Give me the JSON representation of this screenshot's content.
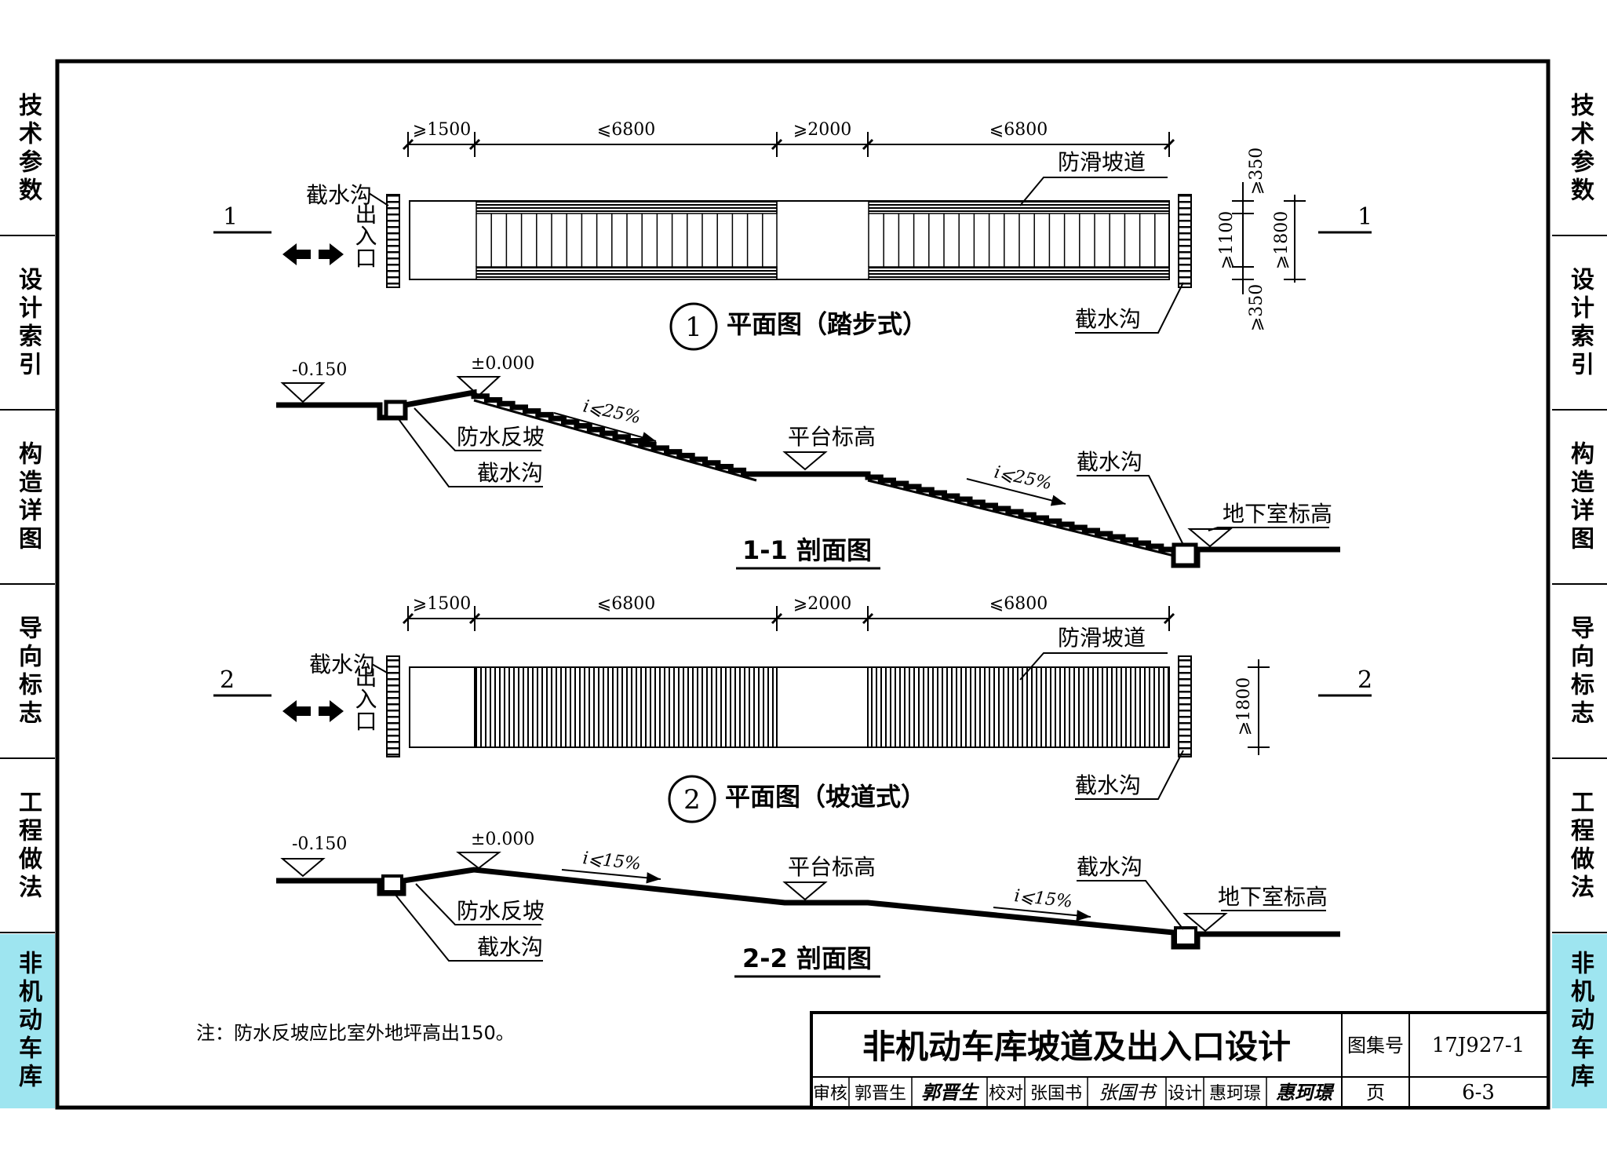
{
  "side_tabs": [
    "技术参数",
    "设计索引",
    "构造详图",
    "导向标志",
    "工程做法",
    "非机动车库"
  ],
  "active_tab": "非机动车库",
  "accent_color": "#9ee5f0",
  "plan1": {
    "title_number": "1",
    "title": "平面图（踏步式）",
    "section_mark": "1",
    "dims_top": [
      "⩾1500",
      "⩽6800",
      "⩾2000",
      "⩽6800"
    ],
    "dims_right_small": [
      "⩾350",
      "⩾1100",
      "⩾350"
    ],
    "dim_right_total": "⩾1800",
    "label_ramp": "防滑坡道",
    "label_drain_left": "截水沟",
    "label_drain_right": "截水沟",
    "label_exit": "出入口"
  },
  "section1": {
    "title": "1-1  剖面图",
    "elev_outdoor": "-0.150",
    "elev_zero": "±0.000",
    "slope_1": "i⩽25%",
    "slope_2": "i⩽25%",
    "label_platform": "平台标高",
    "label_waterproof": "防水反坡",
    "label_drain_left": "截水沟",
    "label_drain_right": "截水沟",
    "label_basement": "地下室标高"
  },
  "plan2": {
    "title_number": "2",
    "title": "平面图（坡道式）",
    "section_mark": "2",
    "dims_top": [
      "⩾1500",
      "⩽6800",
      "⩾2000",
      "⩽6800"
    ],
    "dim_right_total": "⩾1800",
    "label_ramp": "防滑坡道",
    "label_drain_left": "截水沟",
    "label_drain_right": "截水沟",
    "label_exit": "出入口"
  },
  "section2": {
    "title": "2-2  剖面图",
    "elev_outdoor": "-0.150",
    "elev_zero": "±0.000",
    "slope_1": "i⩽15%",
    "slope_2": "i⩽15%",
    "label_platform": "平台标高",
    "label_waterproof": "防水反坡",
    "label_drain_left": "截水沟",
    "label_drain_right": "截水沟",
    "label_basement": "地下室标高"
  },
  "note": "注：防水反坡应比室外地坪高出150。",
  "title_block": {
    "title": "非机动车库坡道及出入口设计",
    "atlas_label": "图集号",
    "atlas_no": "17J927-1",
    "page_label": "页",
    "page_no": "6-3",
    "review_label": "审核",
    "reviewer": "郭晋生",
    "reviewer_sign": "郭晋生",
    "check_label": "校对",
    "checker": "张国书",
    "checker_sign": "张国书",
    "design_label": "设计",
    "designer": "惠珂璟",
    "designer_sign": "惠珂璟"
  }
}
